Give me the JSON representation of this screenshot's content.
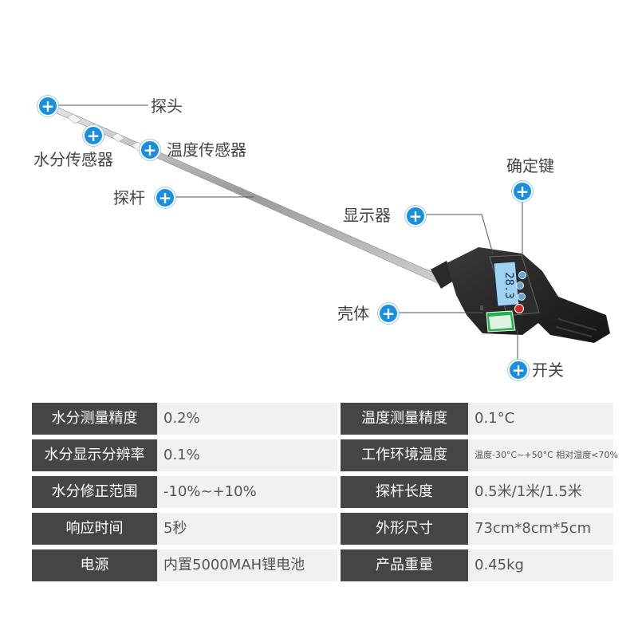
{
  "labels": {
    "probe_head": "探头",
    "moisture_sensor": "水分传感器",
    "temp_sensor": "温度传感器",
    "probe_rod": "探杆",
    "display": "显示器",
    "confirm_key": "确定键",
    "housing": "壳体",
    "switch": "开关"
  },
  "device": {
    "lcd_reading": "28.3"
  },
  "specs": [
    {
      "left_key": "水分测量精度",
      "left_value": "0.2%",
      "right_key": "温度测量精度",
      "right_value": "0.1°C"
    },
    {
      "left_key": "水分显示分辨率",
      "left_value": "0.1%",
      "right_key": "工作环境温度",
      "right_value": "温度-30°C~+50°C 相对湿度<70%"
    },
    {
      "left_key": "水分修正范围",
      "left_value": "-10%~+10%",
      "right_key": "探杆长度",
      "right_value": "0.5米/1米/1.5米"
    },
    {
      "left_key": "响应时间",
      "left_value": "5秒",
      "right_key": "外形尺寸",
      "right_value": "73cm*8cm*5cm"
    },
    {
      "left_key": "电源",
      "left_value": "内置5000MAH锂电池",
      "right_key": "产品重量",
      "right_value": "0.45kg"
    }
  ],
  "colors": {
    "accent": "#1a8fe0",
    "key_bg": "#454545",
    "value_bg": "#f1f1f1"
  }
}
